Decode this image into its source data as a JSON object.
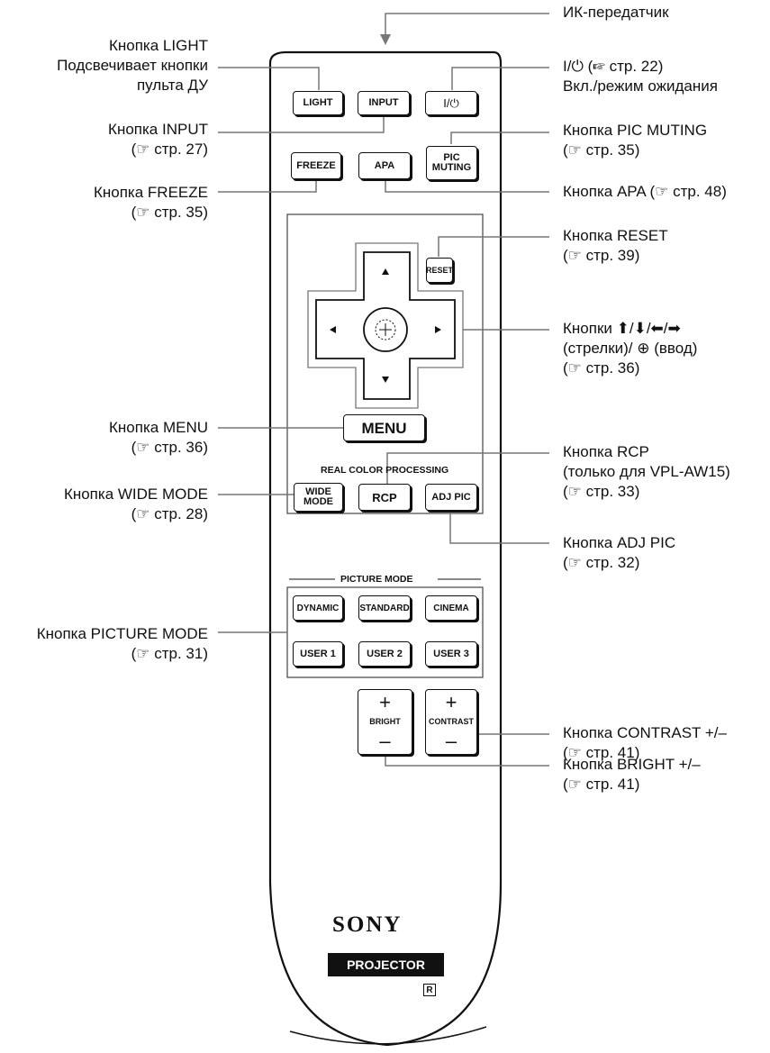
{
  "remote": {
    "buttons": {
      "light": "LIGHT",
      "input": "INPUT",
      "power": "I/⏻",
      "freeze": "FREEZE",
      "apa": "APA",
      "pic_muting_1": "PIC",
      "pic_muting_2": "MUTING",
      "reset": "RESET",
      "menu": "MENU",
      "wide_mode_1": "WIDE",
      "wide_mode_2": "MODE",
      "rcp": "RCP",
      "adj_pic": "ADJ PIC",
      "dynamic": "DYNAMIC",
      "standard": "STANDARD",
      "cinema": "CINEMA",
      "user1": "USER 1",
      "user2": "USER 2",
      "user3": "USER 3",
      "bright": "BRIGHT",
      "contrast": "CONTRAST",
      "plus": "+",
      "minus": "–"
    },
    "section_real_color": "REAL COLOR PROCESSING",
    "section_picture_mode": "PICTURE MODE",
    "brand": "SONY",
    "model": "PROJECTOR",
    "ir_badge": "R"
  },
  "callouts": {
    "ir_transmitter": "ИК-передатчик",
    "power_1": "I/⏻ (☞ стр. 22)",
    "power_2": "Вкл./режим ожидания",
    "light_1": "Кнопка LIGHT",
    "light_2": "Подсвечивает кнопки",
    "light_3": "пульта ДУ",
    "input_1": "Кнопка INPUT",
    "input_2": "(☞ стр. 27)",
    "pic_muting_1": "Кнопка PIC MUTING",
    "pic_muting_2": "(☞ стр. 35)",
    "freeze_1": "Кнопка  FREEZE",
    "freeze_2": "(☞ стр. 35)",
    "apa": "Кнопка APA (☞ стр. 48)",
    "reset_1": "Кнопка RESET",
    "reset_2": "(☞ стр. 39)",
    "arrows_1": "Кнопки ⬆/⬇/⬅/➡",
    "arrows_2": "(стрелки)/ ⊕ (ввод)",
    "arrows_3": "(☞ стр. 36)",
    "menu_1": "Кнопка  MENU",
    "menu_2": "(☞ стр. 36)",
    "rcp_1": "Кнопка RCP",
    "rcp_2": "(только для VPL-AW15)",
    "rcp_3": "(☞ стр. 33)",
    "wide_1": "Кнопка WIDE MODE",
    "wide_2": "(☞ стр. 28)",
    "adj_1": "Кнопка ADJ PIC",
    "adj_2": "(☞ стр. 32)",
    "picmode_1": "Кнопка PICTURE MODE",
    "picmode_2": "(☞ стр. 31)",
    "contrast_1": "Кнопка CONTRAST +/–",
    "contrast_2": "(☞ стр. 41)",
    "bright_1": "Кнопка BRIGHT +/–",
    "bright_2": "(☞ стр. 41)"
  }
}
